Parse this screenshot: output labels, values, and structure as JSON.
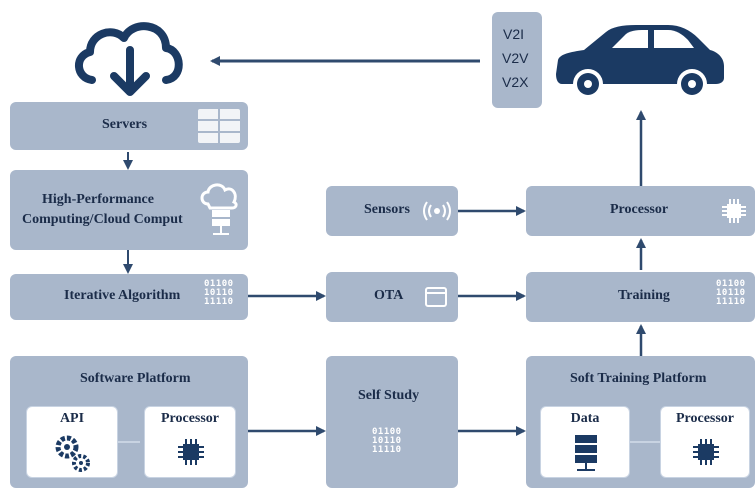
{
  "servers": {
    "label": "Servers"
  },
  "hpc": {
    "line1": "High-Performance",
    "line2": "Computing/Cloud Comput"
  },
  "iterative": {
    "label": "Iterative Algorithm",
    "binary": "01100\n10110\n11110"
  },
  "software_platform": {
    "title": "Software Platform",
    "api": "API",
    "processor": "Processor"
  },
  "self_study": {
    "label": "Self Study",
    "binary": "01100\n10110\n11110"
  },
  "soft_training": {
    "title": "Soft Training Platform",
    "data": "Data",
    "processor": "Processor"
  },
  "sensors": {
    "label": "Sensors"
  },
  "ota": {
    "label": "OTA"
  },
  "processor_box": {
    "label": "Processor"
  },
  "training": {
    "label": "Training",
    "binary": "01100\n10110\n11110"
  },
  "v2": {
    "items": [
      "V2I",
      "V2V",
      "V2X"
    ]
  },
  "colors": {
    "box": "#a9b7cb",
    "dark": "#1b2c49",
    "arrow": "#2f4a6e"
  }
}
